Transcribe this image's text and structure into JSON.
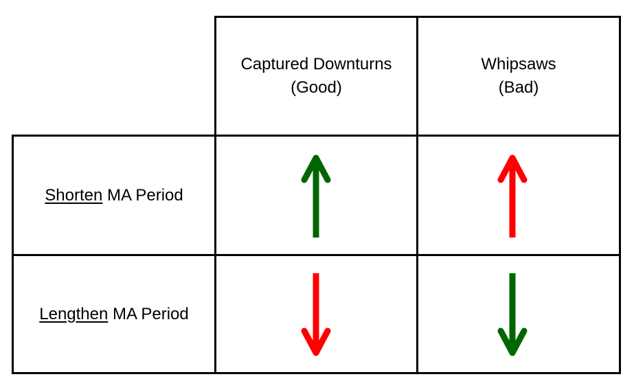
{
  "columns": [
    {
      "title": "Captured Downturns",
      "subtitle": "(Good)"
    },
    {
      "title": "Whipsaws",
      "subtitle": "(Bad)"
    }
  ],
  "rows": [
    {
      "label_underlined": "Shorten",
      "label_rest": "MA Period",
      "cells": [
        {
          "direction": "up",
          "color": "#006600"
        },
        {
          "direction": "up",
          "color": "#ff0000"
        }
      ]
    },
    {
      "label_underlined": "Lengthen",
      "label_rest": "MA Period",
      "cells": [
        {
          "direction": "down",
          "color": "#ff0000"
        },
        {
          "direction": "down",
          "color": "#006600"
        }
      ]
    }
  ]
}
